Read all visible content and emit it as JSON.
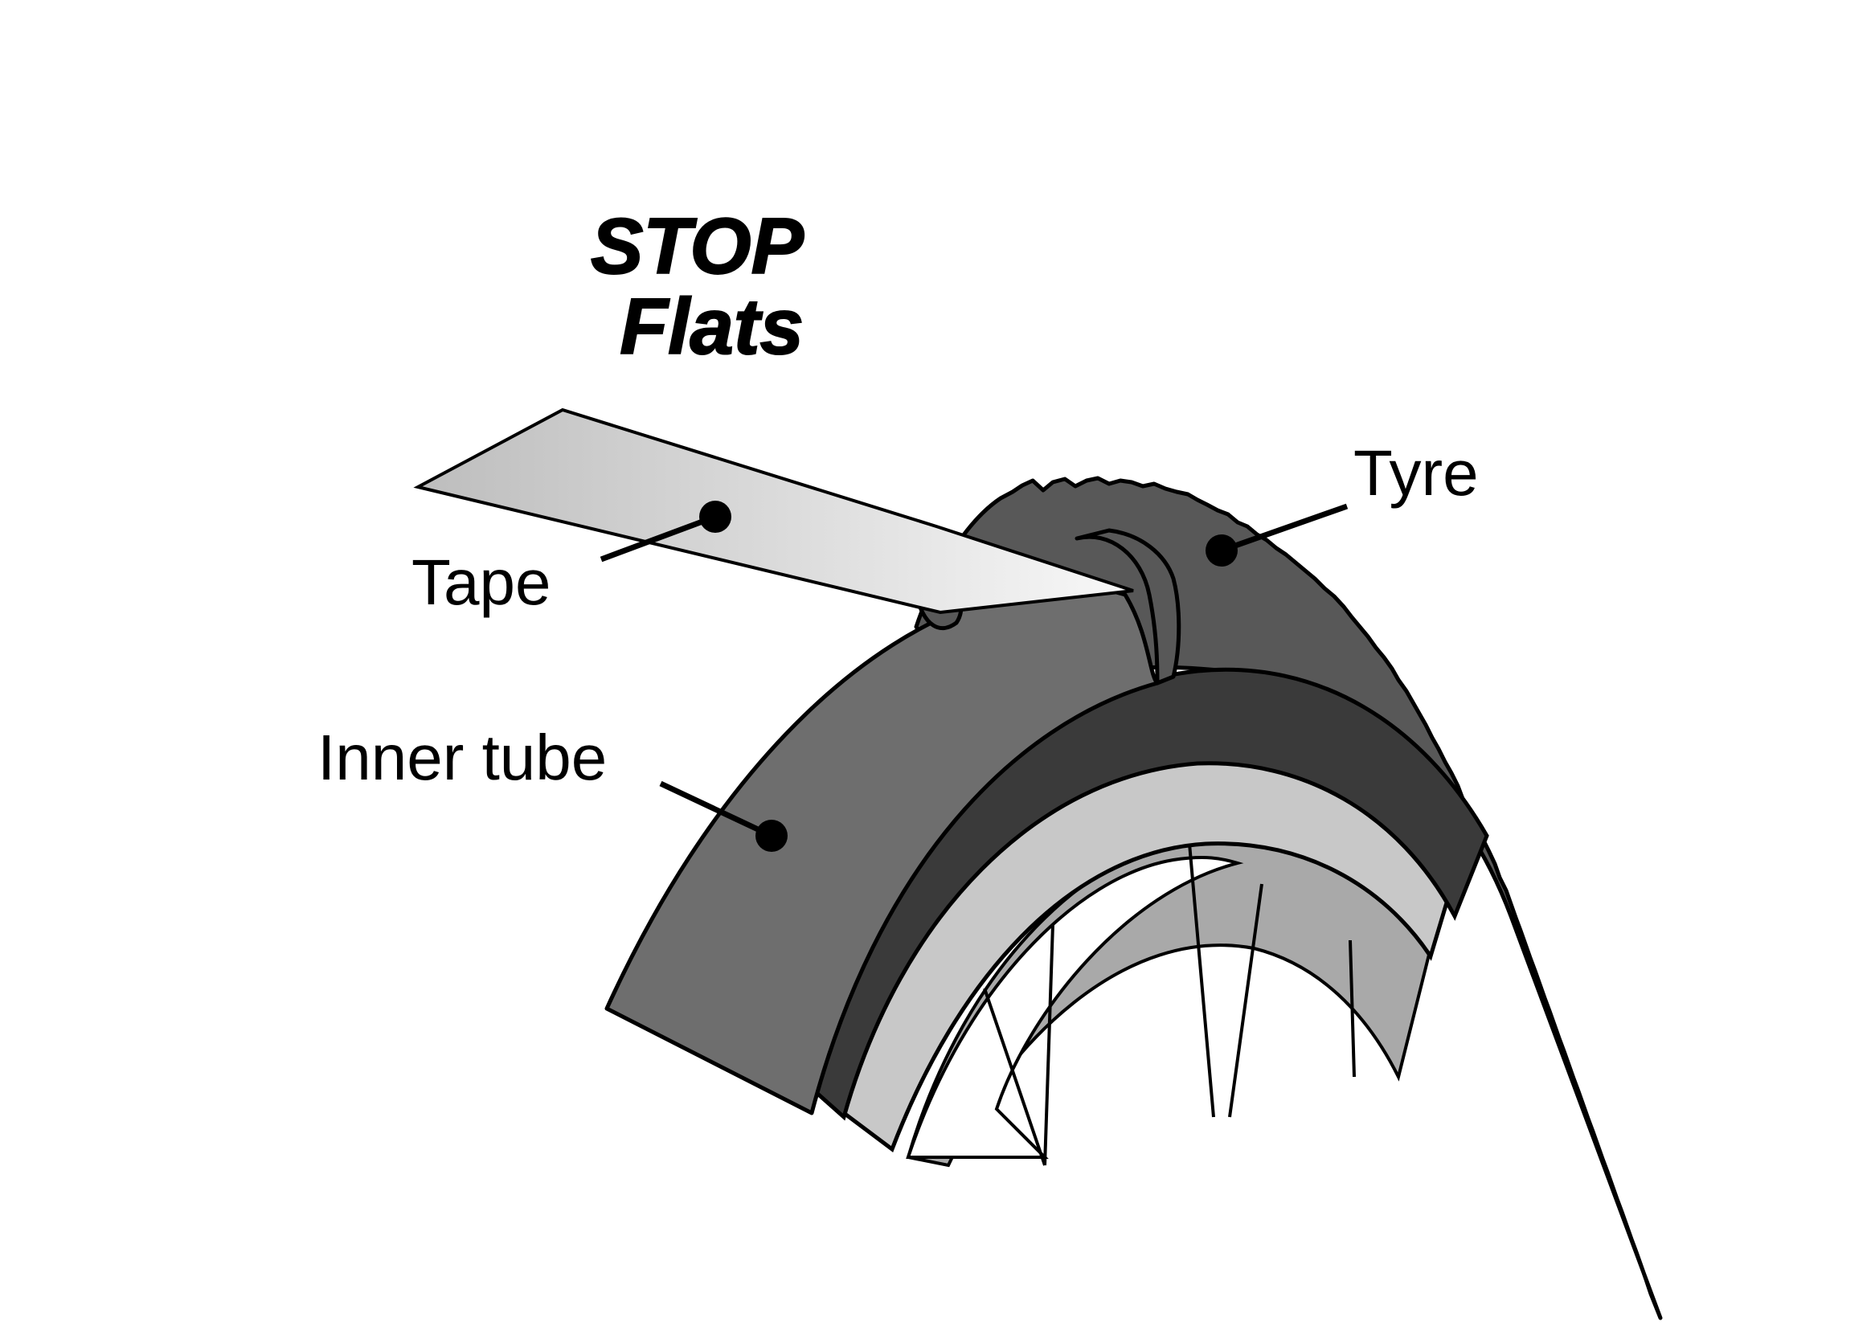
{
  "title": {
    "line1": "STOP",
    "line2": "Flats"
  },
  "labels": {
    "tape": "Tape",
    "tyre": "Tyre",
    "inner_tube": "Inner tube"
  },
  "colors": {
    "background": "#ffffff",
    "tyre": "#585858",
    "tyre_inner_band": "#3a3a3a",
    "inner_tube": "#6e6e6e",
    "rim": "#c8c8c8",
    "spoke_area": "#a9a9a9",
    "tape_light": "#f4f4f4",
    "tape_dark": "#bdbdbd",
    "outline": "#000000"
  }
}
